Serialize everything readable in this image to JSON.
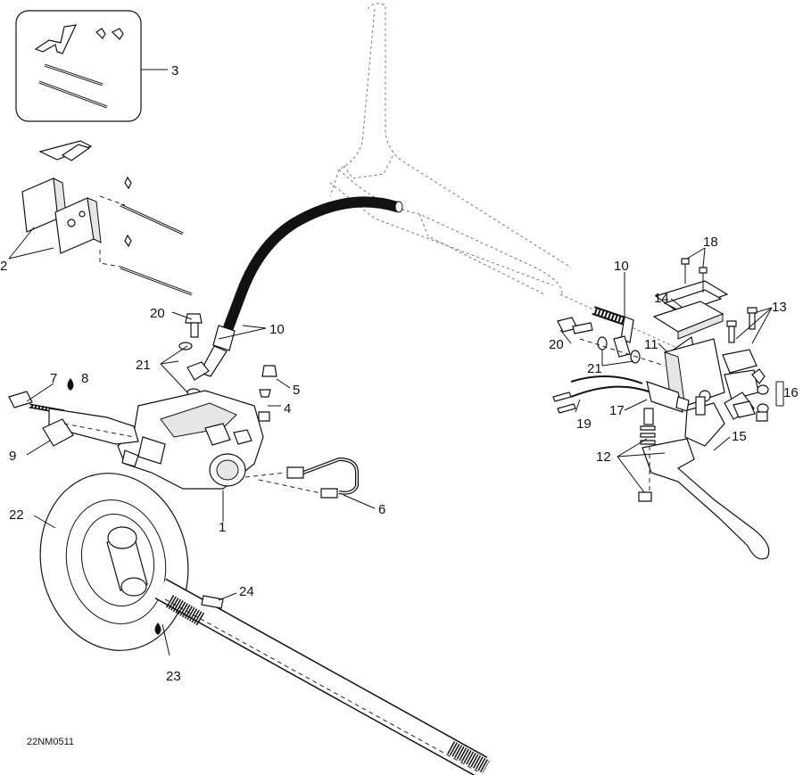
{
  "drawing_code": "22NM0511",
  "callouts": {
    "c1": "1",
    "c2": "2",
    "c3": "3",
    "c4": "4",
    "c5": "5",
    "c6": "6",
    "c7": "7",
    "c8": "8",
    "c9": "9",
    "c10a": "10",
    "c10b": "10",
    "c11": "11",
    "c12": "12",
    "c13": "13",
    "c14": "14",
    "c15": "15",
    "c16": "16",
    "c17": "17",
    "c18": "18",
    "c19": "19",
    "c20a": "20",
    "c20b": "20",
    "c21a": "21",
    "c21b": "21",
    "c22": "22",
    "c23": "23",
    "c24": "24"
  },
  "icons": {
    "kit_box": "hardware-kit-inset",
    "oil_drop": "lubricant-drop-icon"
  }
}
